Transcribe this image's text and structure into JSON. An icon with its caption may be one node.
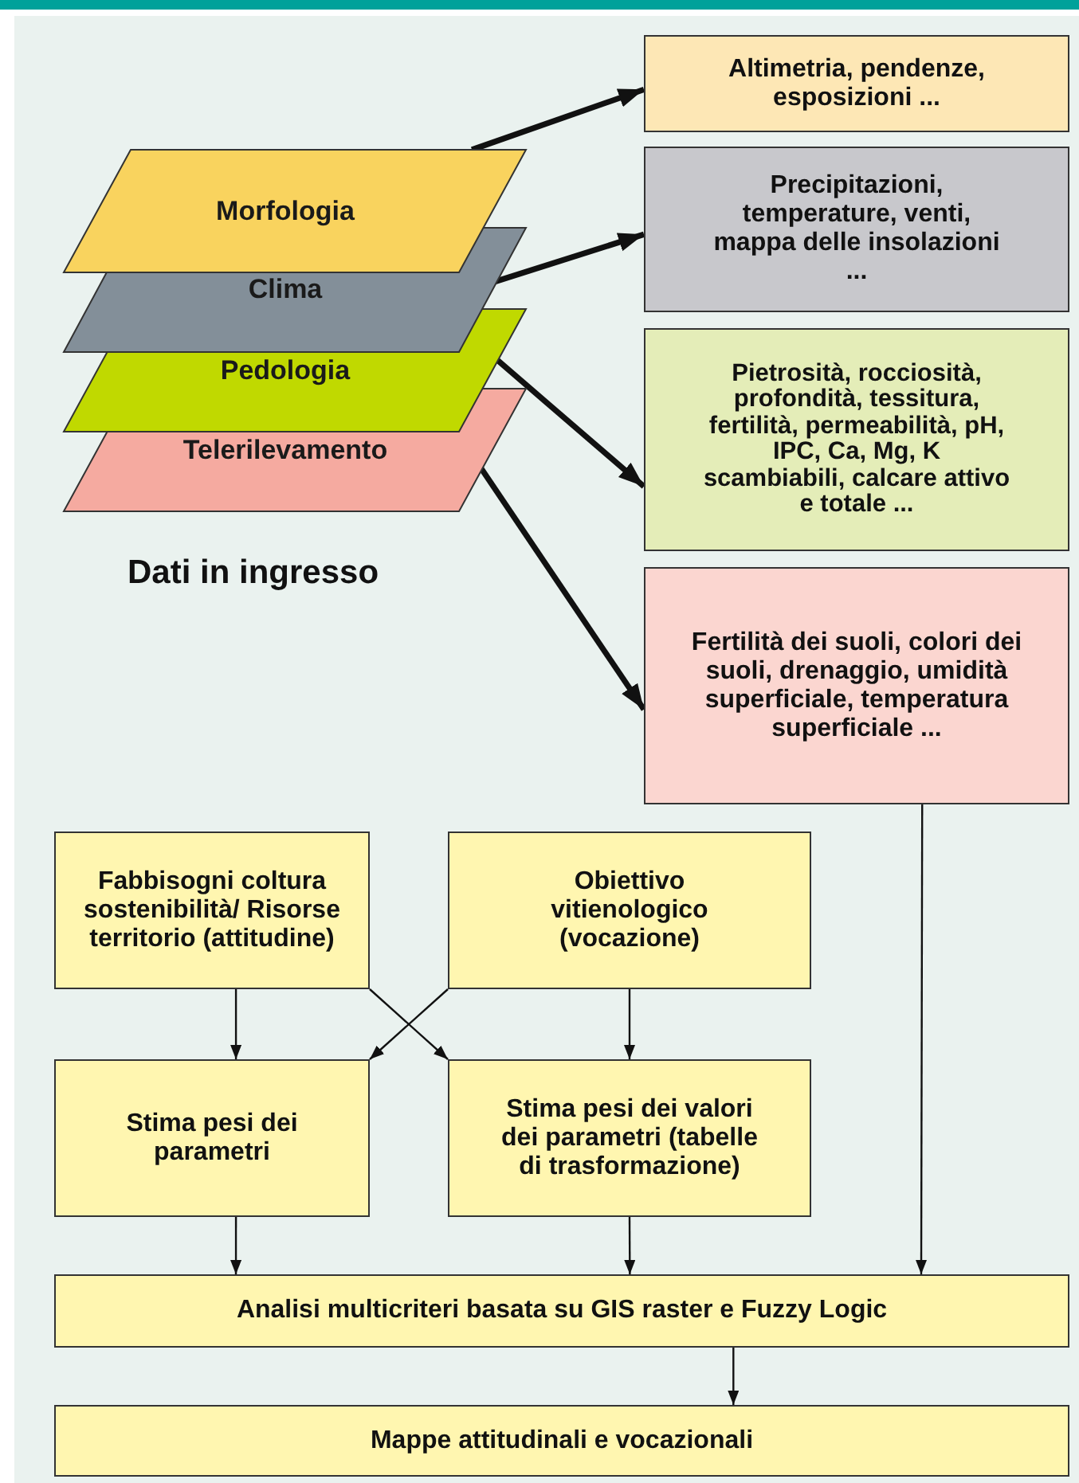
{
  "diagram": {
    "nodes": [
      {
        "text": [
          "Morfologia"
        ]
      },
      {
        "text": [
          "Clima"
        ]
      },
      {
        "text": [
          "Pedologia"
        ]
      },
      {
        "text": [
          "Telerilevamento"
        ]
      },
      {
        "text": [
          "Altimetria, pendenze, esposizioni ..."
        ]
      },
      {
        "text": [
          "Precipitazioni, temperature, venti, mappa delle insolazioni ..."
        ]
      },
      {
        "text": [
          "Pietrosità, rocciosità, profondità, tessitura, fertilità, permeabilità, pH, IPC, Ca, Mg, K scambiabili, calcare attivo e totale ..."
        ]
      },
      {
        "text": [
          "Fertilità dei suoli, colori dei suoli, drenaggio, umidità superficiale, temperatura superficiale ..."
        ]
      },
      {
        "text": [
          "Fabbisogni coltura sostenibilità/ Risorse territorio (attitudine)"
        ]
      },
      {
        "text": [
          "Obiettivo vitienologico (vocazione)"
        ]
      },
      {
        "text": [
          "Stima pesi dei parametri"
        ]
      },
      {
        "text": [
          "Stima pesi dei valori dei parametri (tabelle di trasformazione)"
        ]
      },
      {
        "text": [
          "Analisi multicriteri basata su GIS raster e Fuzzy Logic"
        ]
      },
      {
        "text": [
          "Mappe attitudinali e vocazionali"
        ]
      }
    ],
    "edges": [
      {
        "from": 0,
        "to": 4,
        "arrow": "to",
        "style": "thick"
      },
      {
        "from": 1,
        "to": 5,
        "arrow": "to",
        "style": "thick"
      },
      {
        "from": 2,
        "to": 6,
        "arrow": "to",
        "style": "thick"
      },
      {
        "from": 3,
        "to": 7,
        "arrow": "to",
        "style": "thick"
      },
      {
        "from": 7,
        "to": 12,
        "arrow": "to"
      },
      {
        "from": 8,
        "to": 10,
        "arrow": "to"
      },
      {
        "from": 8,
        "to": 11,
        "arrow": "to"
      },
      {
        "from": 9,
        "to": 10,
        "arrow": "to"
      },
      {
        "from": 9,
        "to": 11,
        "arrow": "to"
      },
      {
        "from": 10,
        "to": 12,
        "arrow": "to"
      },
      {
        "from": 11,
        "to": 12,
        "arrow": "to"
      },
      {
        "from": 12,
        "to": 13,
        "arrow": "to"
      }
    ],
    "labels": [
      "Dati in ingresso"
    ]
  }
}
